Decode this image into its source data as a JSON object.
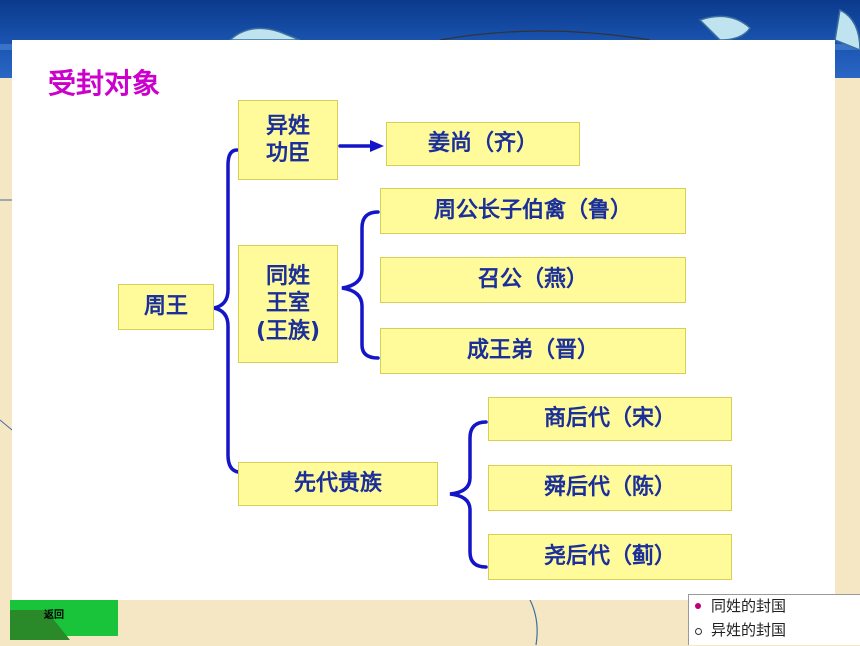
{
  "title": "受封对象",
  "root": "周王",
  "categories": [
    {
      "label_lines": [
        "异姓",
        "功臣"
      ],
      "children": [
        "姜尚（齐）"
      ]
    },
    {
      "label_lines": [
        "同姓",
        "王室",
        "(王族)"
      ],
      "children": [
        "周公长子伯禽（鲁）",
        "召公（燕）",
        "成王弟（晋）"
      ]
    },
    {
      "label": "先代贵族",
      "children": [
        "商后代（宋）",
        "舜后代（陈）",
        "尧后代（蓟）"
      ]
    }
  ],
  "back_button": {
    "label": "返回",
    "color": "#19c43a"
  },
  "legend": {
    "items": [
      {
        "label": "同姓的封国",
        "marker": "filled-dot"
      },
      {
        "label": "异姓的封国",
        "marker": "hollow-dot"
      }
    ]
  },
  "colors": {
    "box_fill": "#fffb9a",
    "box_text": "#1b2f9a",
    "line": "#1414c8",
    "title": "#cc00cc",
    "header": "#1c56b3"
  }
}
